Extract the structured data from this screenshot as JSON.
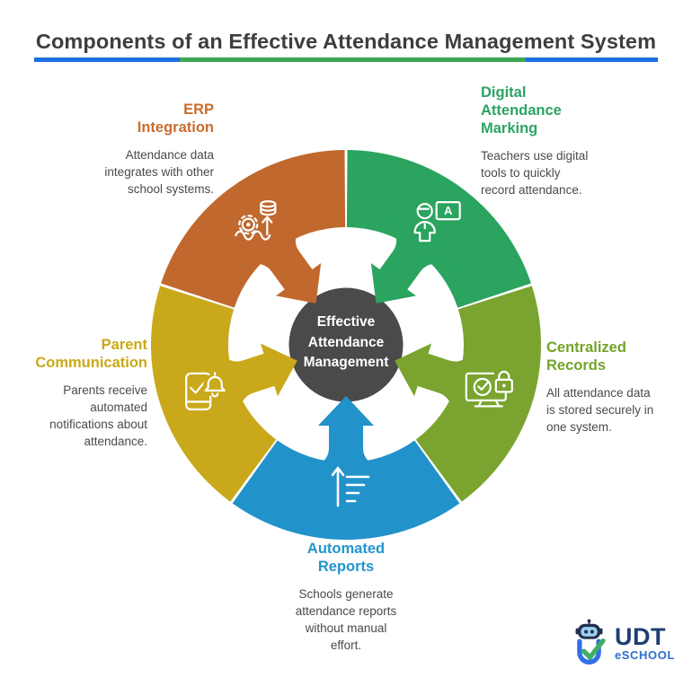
{
  "title": "Components of an Effective Attendance Management System",
  "title_underline": {
    "colors": [
      "#1e6ee3",
      "#3da553",
      "#1e6ee3"
    ],
    "widths_pct": [
      23.3,
      55.5,
      21.2
    ]
  },
  "center": {
    "label": "Effective\nAttendance\nManagement",
    "color": "#4a4a4b"
  },
  "sections": {
    "erp_integration": {
      "title": "ERP\nIntegration",
      "description": "Attendance data\nintegrates with other\nschool systems.",
      "color": "#c86d2f"
    },
    "digital_attendance_marking": {
      "title": "Digital\nAttendance\nMarking",
      "description": "Teachers use digital\ntools to quickly\nrecord attendance.",
      "color": "#2ca363"
    },
    "centralized_records": {
      "title": "Centralized\nRecords",
      "description": "All attendance data\nis stored securely in\none system.",
      "color": "#74a32a"
    },
    "automated_reports": {
      "title": "Automated\nReports",
      "description": "Schools generate\nattendance reports\nwithout manual\neffort.",
      "color": "#2196cd"
    },
    "parent_communication": {
      "title": "Parent\nCommunication",
      "description": "Parents receive\nautomated\nnotifications about\nattendance.",
      "color": "#c9a918"
    }
  },
  "diagram": {
    "segments": [
      {
        "name": "digital-attendance-marking",
        "color": "#2aa45f",
        "start_deg": 0,
        "end_deg": 72,
        "icon": "teacher-board-icon"
      },
      {
        "name": "centralized-records",
        "color": "#7aa42f",
        "start_deg": 72,
        "end_deg": 144,
        "icon": "monitor-lock-icon"
      },
      {
        "name": "automated-reports",
        "color": "#2292ca",
        "start_deg": 144,
        "end_deg": 216,
        "icon": "report-lines-icon"
      },
      {
        "name": "parent-communication",
        "color": "#c9a91b",
        "start_deg": 216,
        "end_deg": 288,
        "icon": "phone-bell-icon"
      },
      {
        "name": "erp-integration",
        "color": "#c0682e",
        "start_deg": 288,
        "end_deg": 360,
        "icon": "gear-database-icon"
      }
    ]
  },
  "logo": {
    "brand": "UDT",
    "sub": "eSCHOOL"
  }
}
